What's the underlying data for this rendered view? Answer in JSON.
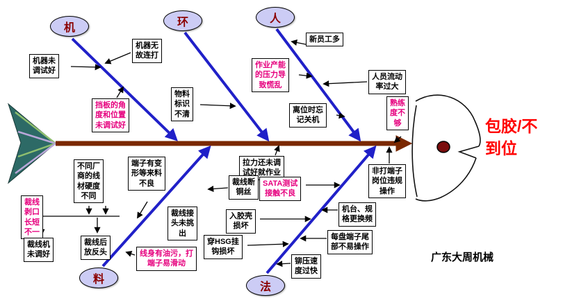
{
  "title": {
    "text": "包胶/不\n到位",
    "color": "#ff0000"
  },
  "company": "广东大周机械",
  "colors": {
    "spine": "#7a2800",
    "branch_arrow": "#2020c8",
    "pink_text": "#e6007e",
    "black_text": "#000000",
    "category_bg": "#ccccf5",
    "category_text": "#8b0000",
    "title_red": "#ff0000",
    "fish_eye": "#7a0d0d"
  },
  "categories": [
    {
      "label": "机"
    },
    {
      "label": "环"
    },
    {
      "label": "人"
    },
    {
      "label": "料"
    },
    {
      "label": "法"
    }
  ],
  "causes": {
    "machine": [
      {
        "text": "机器未\n调试好"
      },
      {
        "text": "机器无\n故连打"
      },
      {
        "text": "挡板的角\n度和位置\n未调试好"
      }
    ],
    "environment": [
      {
        "text": "物料\n标识\n不清"
      }
    ],
    "people": [
      {
        "text": "作业产能\n的压力导\n致慌乱"
      },
      {
        "text": "新员工多"
      },
      {
        "text": "人员流动\n率过大"
      },
      {
        "text": "离位时忘\n记关机"
      },
      {
        "text": "熟练\n度不\n够"
      }
    ],
    "lower_right": [
      {
        "text": "拉力还未调\n试好就作业"
      },
      {
        "text": "非打端子\n岗位违规\n操作"
      },
      {
        "text": "机台、规\n格更换频"
      },
      {
        "text": "每盘端子尾\n部不易操作"
      }
    ],
    "material": [
      {
        "text": "不同厂\n商的线\n材硬度\n不同"
      },
      {
        "text": "端子有变\n形等来料\n不良"
      },
      {
        "text": "裁线断\n铜丝"
      },
      {
        "text": "裁线\n剥口\n长短\n不一"
      },
      {
        "text": "裁线接\n头未挑\n出"
      },
      {
        "text": "裁线机\n未调好"
      },
      {
        "text": "裁线后\n放反头"
      },
      {
        "text": "线身有油污，打\n端子易滑动"
      }
    ],
    "method": [
      {
        "text": "SATA测试\n接触不良"
      },
      {
        "text": "入胶壳\n损坏"
      },
      {
        "text": "穿HSG挂\n钩损坏"
      },
      {
        "text": "铆压速\n度过快"
      }
    ]
  }
}
